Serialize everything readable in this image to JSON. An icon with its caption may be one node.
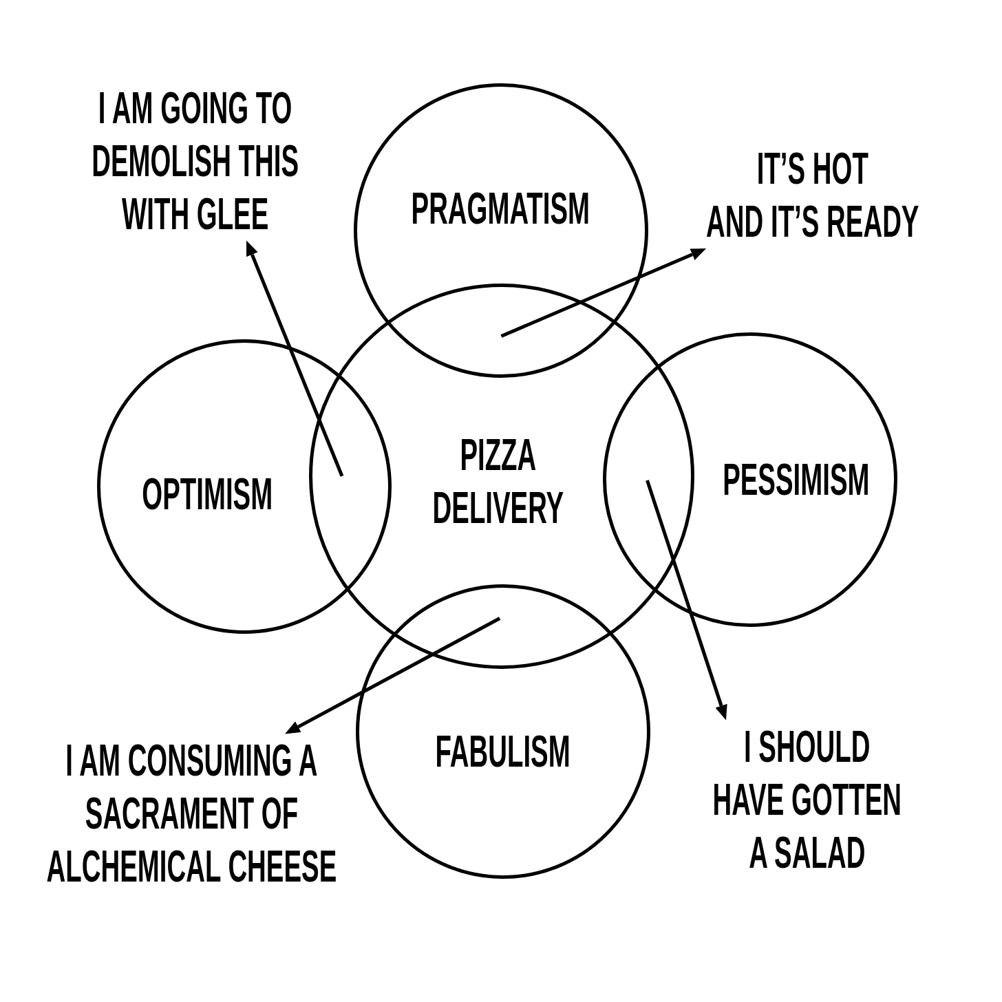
{
  "diagram": {
    "nodes": [
      {
        "text": [
          "I AM GOING TO DEMOLISH THIS WITH GLEE"
        ]
      },
      {
        "text": [
          "PRAGMATISM"
        ]
      },
      {
        "text": [
          "IT’S HOT AND IT’S READY"
        ]
      },
      {
        "text": [
          "OPTIMISM"
        ]
      },
      {
        "text": [
          "PIZZA DELIVERY"
        ]
      },
      {
        "text": [
          "PESSIMISM"
        ]
      },
      {
        "text": [
          "I AM CONSUMING A SACRAMENT OF ALCHEMICAL CHEESE"
        ]
      },
      {
        "text": [
          "FABULISM"
        ]
      },
      {
        "text": [
          "I SHOULD HAVE GOTTEN A SALAD"
        ]
      }
    ],
    "edges": [
      {
        "from": 3,
        "to": 0,
        "arrow": "to"
      },
      {
        "from": 4,
        "to": 0,
        "arrow": "to"
      },
      {
        "from": 1,
        "to": 2,
        "arrow": "to"
      },
      {
        "from": 4,
        "to": 2,
        "arrow": "to"
      },
      {
        "from": 5,
        "to": 8,
        "arrow": "to"
      },
      {
        "from": 4,
        "to": 8,
        "arrow": "to"
      },
      {
        "from": 7,
        "to": 6,
        "arrow": "to"
      },
      {
        "from": 4,
        "to": 6,
        "arrow": "to"
      }
    ]
  }
}
